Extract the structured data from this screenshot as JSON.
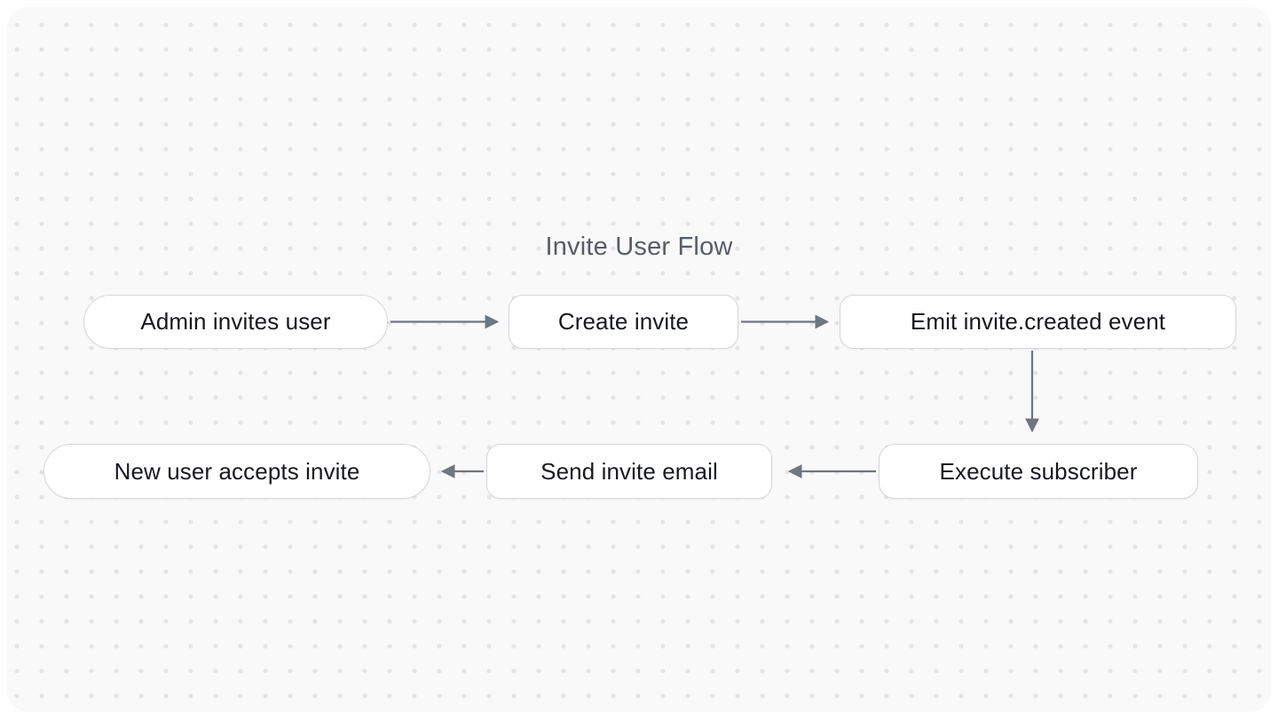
{
  "canvas": {
    "title": "Invite User Flow"
  },
  "nodes": [
    {
      "id": "admin-invites-user",
      "label": "Admin invites user"
    },
    {
      "id": "create-invite",
      "label": "Create invite"
    },
    {
      "id": "emit-invite-created-event",
      "label": "Emit invite.created event"
    },
    {
      "id": "new-user-accepts-invite",
      "label": "New user accepts invite"
    },
    {
      "id": "send-invite-email",
      "label": "Send invite email"
    },
    {
      "id": "execute-subscriber",
      "label": "Execute subscriber"
    }
  ],
  "edges": [
    {
      "from": "admin-invites-user",
      "to": "create-invite"
    },
    {
      "from": "create-invite",
      "to": "emit-invite-created-event"
    },
    {
      "from": "emit-invite-created-event",
      "to": "execute-subscriber"
    },
    {
      "from": "execute-subscriber",
      "to": "send-invite-email"
    },
    {
      "from": "send-invite-email",
      "to": "new-user-accepts-invite"
    }
  ],
  "colors": {
    "outer_background": "#ffffff",
    "panel_background": "#f9f9fa",
    "grid_dots": "#e4e4e7",
    "node_fill": "#ffffff",
    "node_border": "#d6d7db",
    "node_text": "#17191f",
    "title_text": "#565d68",
    "arrow": "#6f7680"
  }
}
